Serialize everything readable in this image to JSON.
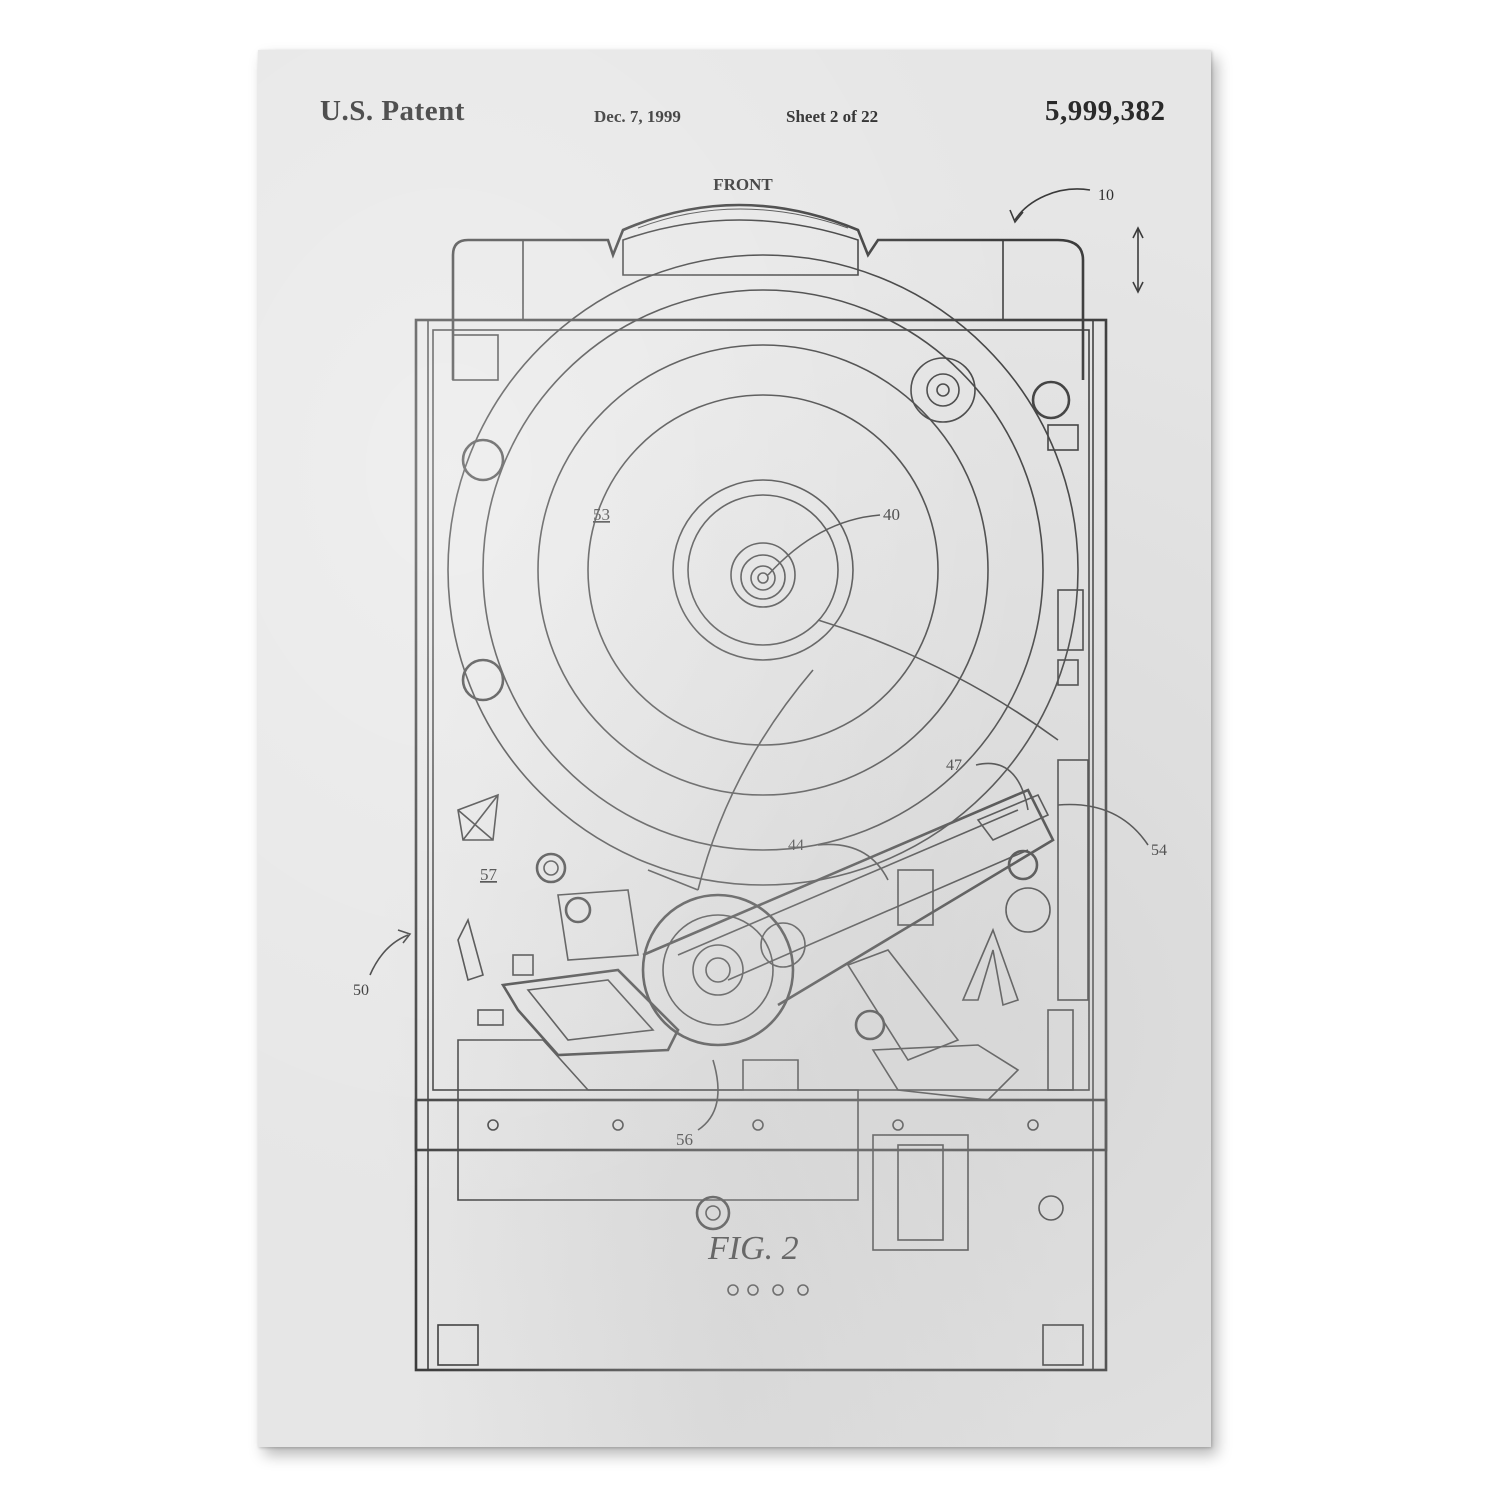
{
  "header": {
    "patent_label": "U.S. Patent",
    "date": "Dec. 7, 1999",
    "sheet": "Sheet 2 of 22",
    "patent_number": "5,999,382"
  },
  "figure": {
    "label": "FIG. 2",
    "front_label": "FRONT",
    "refs": {
      "r10": "10",
      "r40": "40",
      "r44": "44",
      "r47": "47",
      "r50": "50",
      "r53": "53",
      "r54": "54",
      "r56": "56",
      "r57": "57"
    }
  },
  "colors": {
    "paper": "#e6e6e6",
    "ink": "#3a3a3a"
  }
}
